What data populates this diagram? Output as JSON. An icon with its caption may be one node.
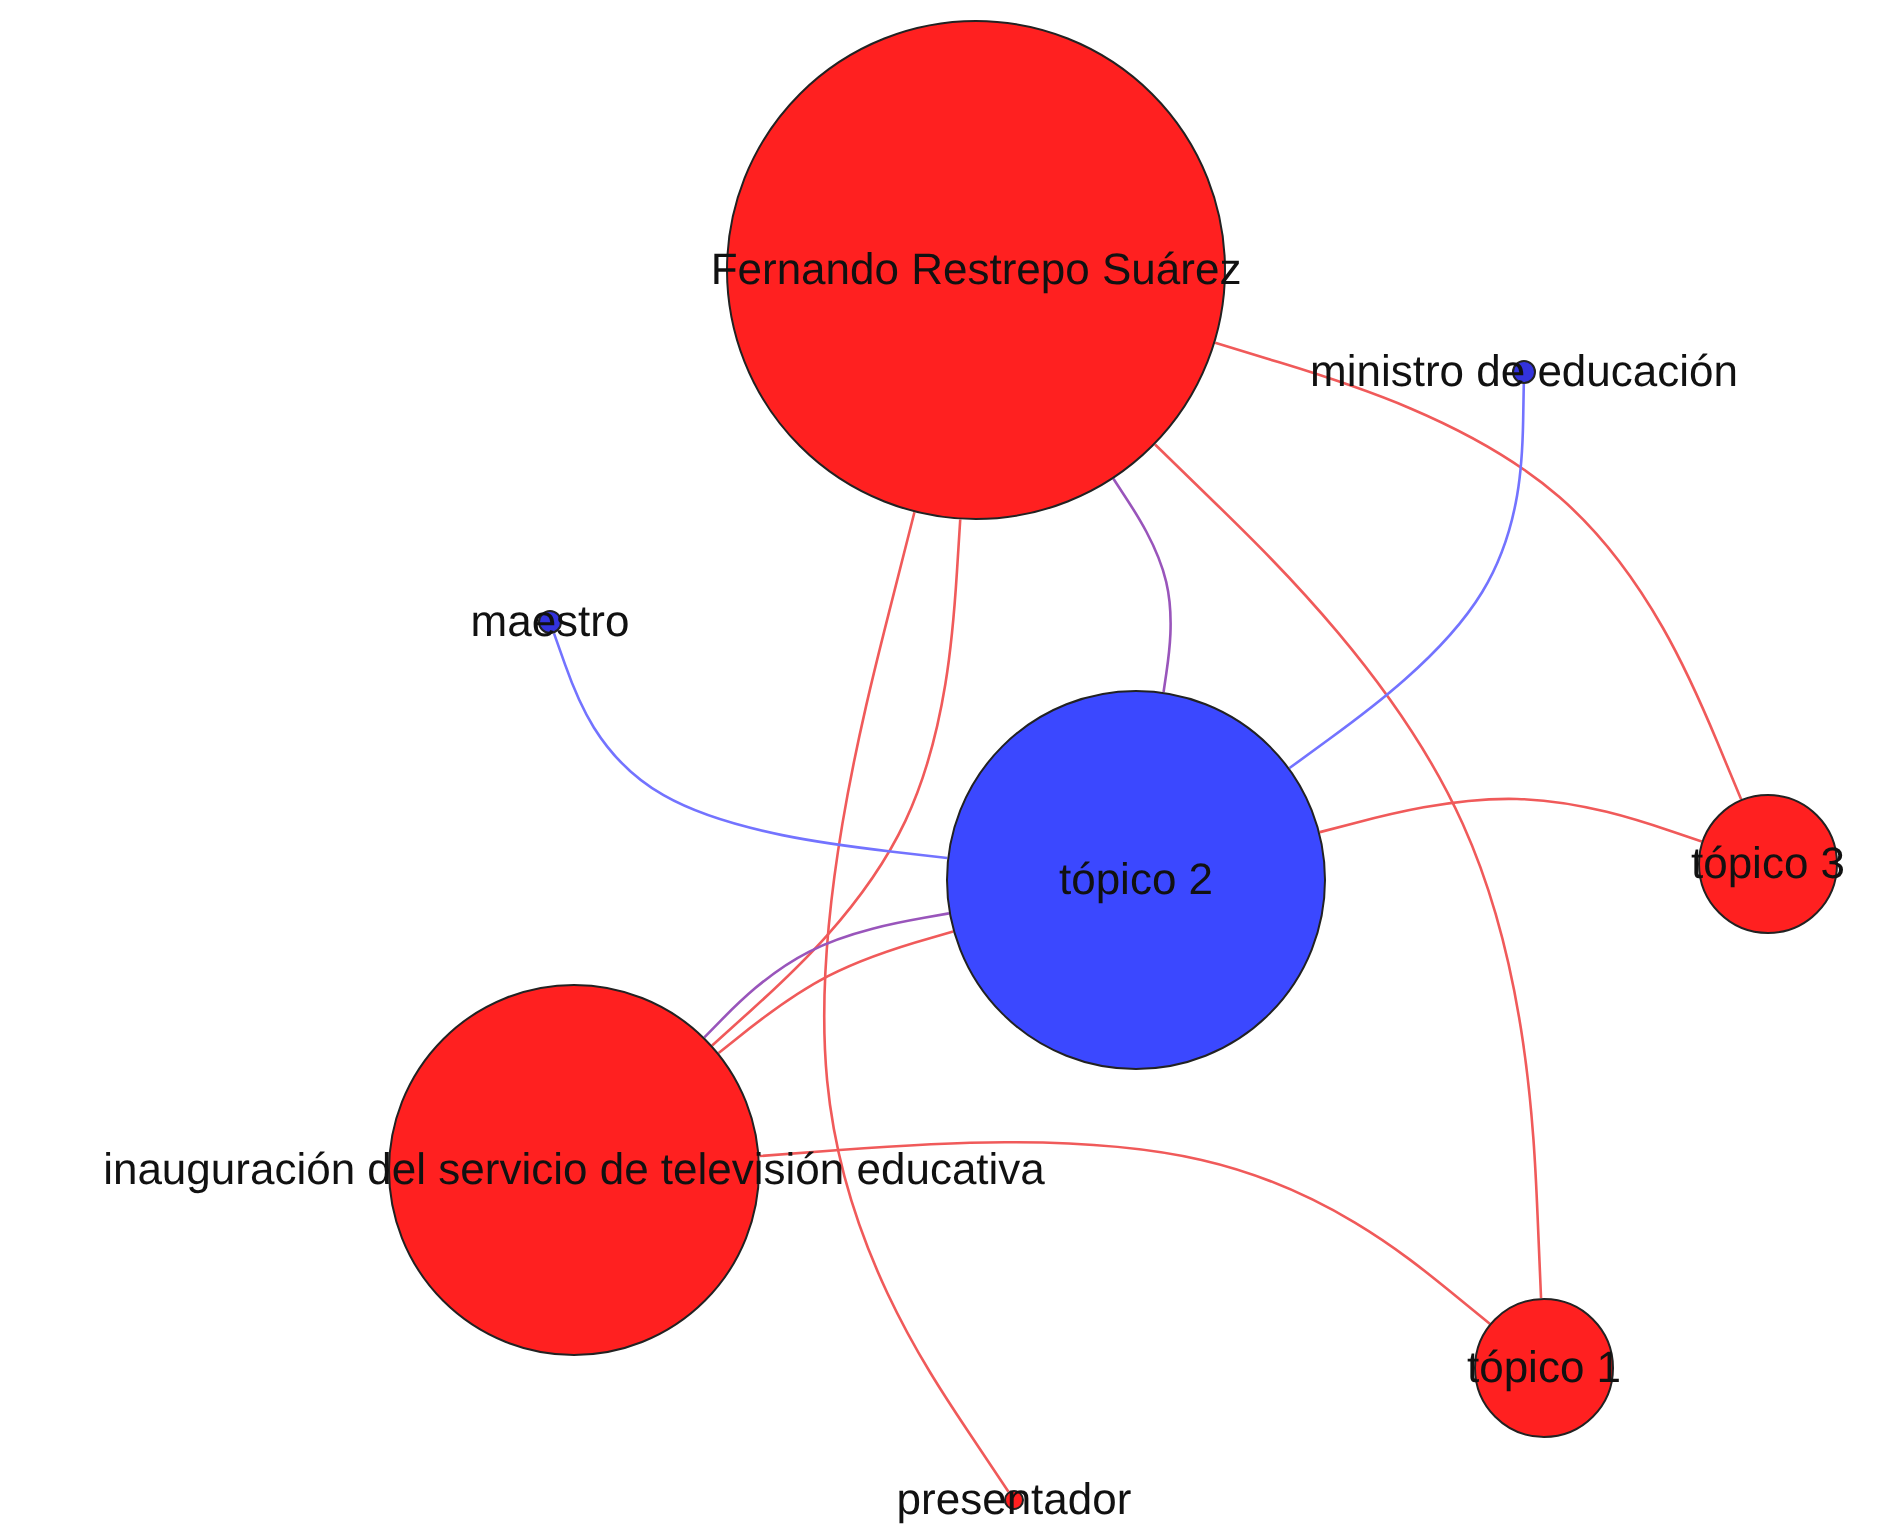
{
  "diagram": {
    "nodes": [
      {
        "text": [
          "Fernando Restrepo Suárez"
        ]
      },
      {
        "text": [
          "ministro de educación"
        ]
      },
      {
        "text": [
          "maestro"
        ]
      },
      {
        "text": [
          "tópico 2"
        ]
      },
      {
        "text": [
          "tópico 3"
        ]
      },
      {
        "text": [
          "inauguración del servicio de televisión educativa"
        ]
      },
      {
        "text": [
          "tópico 1"
        ]
      },
      {
        "text": [
          "presentador"
        ]
      }
    ],
    "edges": [
      {
        "from": 0,
        "to": 3,
        "arrow": "none",
        "color": "#9955bb"
      },
      {
        "from": 0,
        "to": 4,
        "arrow": "none"
      },
      {
        "from": 0,
        "to": 6,
        "arrow": "none"
      },
      {
        "from": 0,
        "to": 5,
        "arrow": "none"
      },
      {
        "from": 0,
        "to": 7,
        "arrow": "none"
      },
      {
        "from": 1,
        "to": 3,
        "arrow": "none",
        "color": "#7373ff"
      },
      {
        "from": 2,
        "to": 3,
        "arrow": "none",
        "color": "#7373ff"
      },
      {
        "from": 3,
        "to": 4,
        "arrow": "none"
      },
      {
        "from": 3,
        "to": 5,
        "arrow": "none",
        "color": "#9955bb"
      },
      {
        "from": 3,
        "to": 5,
        "arrow": "none"
      },
      {
        "from": 5,
        "to": 6,
        "arrow": "none"
      }
    ]
  }
}
